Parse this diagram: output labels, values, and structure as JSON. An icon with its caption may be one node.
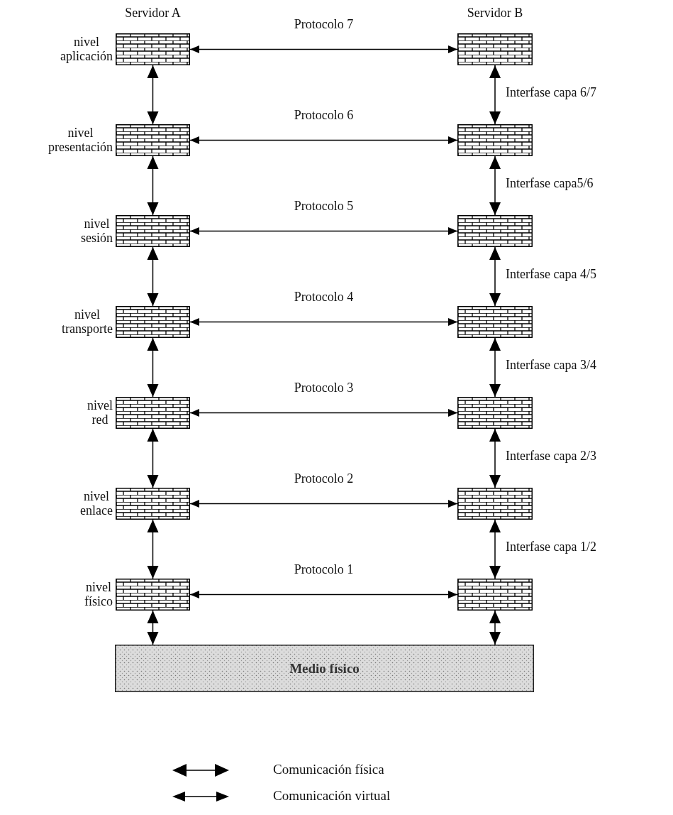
{
  "diagram": {
    "nodes": [
      {
        "text": [
          "nivel aplicación"
        ]
      },
      {
        "text": [
          "nivel presentación"
        ]
      },
      {
        "text": [
          "nivel sesión"
        ]
      },
      {
        "text": [
          "nivel transporte"
        ]
      },
      {
        "text": [
          "nivel red"
        ]
      },
      {
        "text": [
          "nivel enlace"
        ]
      },
      {
        "text": [
          "nivel físico"
        ]
      },
      {
        "text": [],
        "shape": "box"
      },
      {
        "text": [],
        "shape": "box"
      },
      {
        "text": [],
        "shape": "box"
      },
      {
        "text": [],
        "shape": "box"
      },
      {
        "text": [],
        "shape": "box"
      },
      {
        "text": [],
        "shape": "box"
      },
      {
        "text": [],
        "shape": "box"
      },
      {
        "text": [
          "Medio físico"
        ]
      }
    ],
    "edges": [
      {
        "from": 0,
        "to": 7,
        "arrow": "both",
        "label": "Protocolo 7"
      },
      {
        "from": 0,
        "to": 1,
        "arrow": "both"
      },
      {
        "from": 7,
        "to": 8,
        "arrow": "both",
        "label": "Interfase capa 6/7"
      },
      {
        "from": 1,
        "to": 8,
        "arrow": "both",
        "label": "Protocolo 6"
      },
      {
        "from": 1,
        "to": 2,
        "arrow": "both"
      },
      {
        "from": 8,
        "to": 9,
        "arrow": "both",
        "label": "Interfase capa5/6"
      },
      {
        "from": 2,
        "to": 9,
        "arrow": "both",
        "label": "Protocolo 5"
      },
      {
        "from": 2,
        "to": 3,
        "arrow": "both"
      },
      {
        "from": 9,
        "to": 10,
        "arrow": "both",
        "label": "Interfase capa 4/5"
      },
      {
        "from": 3,
        "to": 10,
        "arrow": "both",
        "label": "Protocolo 4"
      },
      {
        "from": 3,
        "to": 4,
        "arrow": "both"
      },
      {
        "from": 10,
        "to": 11,
        "arrow": "both",
        "label": "Interfase capa 3/4"
      },
      {
        "from": 4,
        "to": 11,
        "arrow": "both",
        "label": "Protocolo 3"
      },
      {
        "from": 4,
        "to": 5,
        "arrow": "both"
      },
      {
        "from": 11,
        "to": 12,
        "arrow": "both",
        "label": "Interfase capa 2/3"
      },
      {
        "from": 5,
        "to": 12,
        "arrow": "both",
        "label": "Protocolo 2"
      },
      {
        "from": 5,
        "to": 6,
        "arrow": "both"
      },
      {
        "from": 12,
        "to": 13,
        "arrow": "both",
        "label": "Interfase capa 1/2"
      },
      {
        "from": 6,
        "to": 13,
        "arrow": "both",
        "label": "Protocolo 1"
      },
      {
        "from": 6,
        "to": 14,
        "arrow": "both"
      },
      {
        "from": 13,
        "to": 14,
        "arrow": "both"
      }
    ],
    "labels": [
      "Servidor A",
      "Servidor B"
    ],
    "legend": [
      {
        "text": "Comunicación física"
      },
      {
        "text": "Comunicación virtual"
      }
    ]
  }
}
